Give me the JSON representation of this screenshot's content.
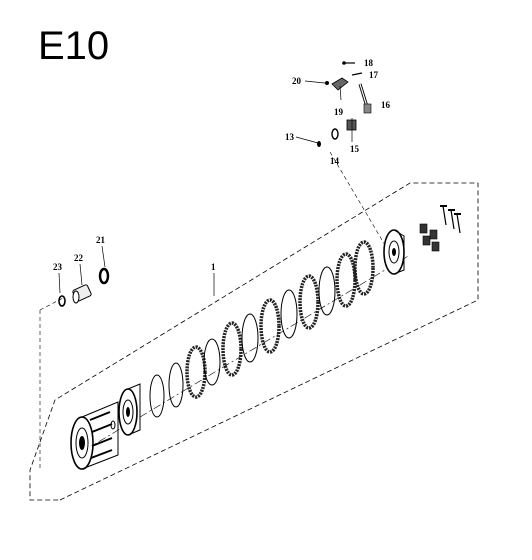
{
  "diagram": {
    "title": "E10",
    "labels": {
      "p1": "1",
      "p13": "13",
      "p14": "14",
      "p15": "15",
      "p16": "16",
      "p17": "17",
      "p18": "18",
      "p19": "19",
      "p20": "20",
      "p21": "21",
      "p22": "22",
      "p23": "23"
    },
    "colors": {
      "ink": "#000000",
      "plate_dark": "#222222",
      "background": "#ffffff"
    }
  }
}
